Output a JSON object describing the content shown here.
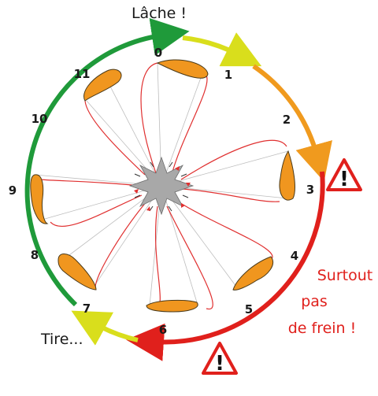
{
  "labels": {
    "top": "Lâche !",
    "bottom_left": "Tire...",
    "warning_line1": "Surtout",
    "warning_line2": "pas",
    "warning_line3": "de frein !"
  },
  "clock_positions": [
    "0",
    "1",
    "2",
    "3",
    "4",
    "5",
    "6",
    "7",
    "8",
    "9",
    "10",
    "11"
  ],
  "warning_symbol": "!",
  "colors": {
    "arc_green": "#1f9a3a",
    "arc_yellow": "#d9de1c",
    "arc_orange": "#f09a1e",
    "arc_red": "#e0201c",
    "wing_fill": "#f0961f",
    "line_red": "#e03030",
    "line_grey": "#bdbdbd",
    "hub_grey": "#a8a8a8",
    "warning_text": "#e0201c"
  }
}
